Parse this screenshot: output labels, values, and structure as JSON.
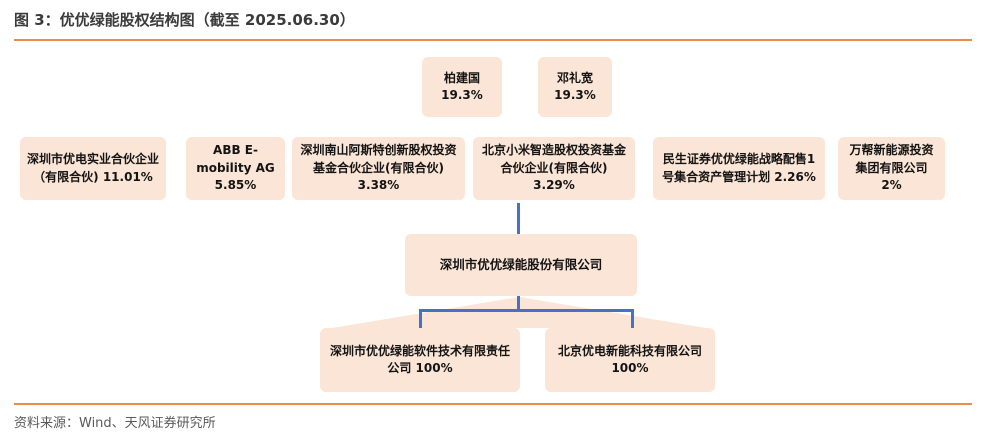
{
  "header": {
    "title": "图 3：优优绿能股权结构图（截至 2025.06.30）"
  },
  "footer": {
    "source": "资料来源：Wind、天风证券研究所"
  },
  "colors": {
    "accent_orange": "#ED8A45",
    "node_fill": "#FBE5D6",
    "connector_blue": "#4472C4",
    "title_text": "#3B3B3B",
    "source_text": "#595959"
  },
  "org_chart": {
    "individual_shareholders": [
      {
        "label": "柏建国 19.3%"
      },
      {
        "label": "邓礼宽 19.3%"
      }
    ],
    "institutional_shareholders": [
      {
        "label": "深圳市优电实业合伙企业（有限合伙) 11.01%"
      },
      {
        "label": "ABB E-mobility AG 5.85%"
      },
      {
        "label": "深圳南山阿斯特创新股权投资基金合伙企业(有限合伙) 3.38%"
      },
      {
        "label": "北京小米智造股权投资基金合伙企业(有限合伙) 3.29%"
      },
      {
        "label": "民生证券优优绿能战略配售1号集合资产管理计划 2.26%"
      },
      {
        "label": "万帮新能源投资集团有限公司 2%"
      }
    ],
    "company": {
      "label": "深圳市优优绿能股份有限公司"
    },
    "subsidiaries": [
      {
        "label": "深圳市优优绿能软件技术有限责任公司 100%"
      },
      {
        "label": "北京优电新能科技有限公司 100%"
      }
    ]
  }
}
